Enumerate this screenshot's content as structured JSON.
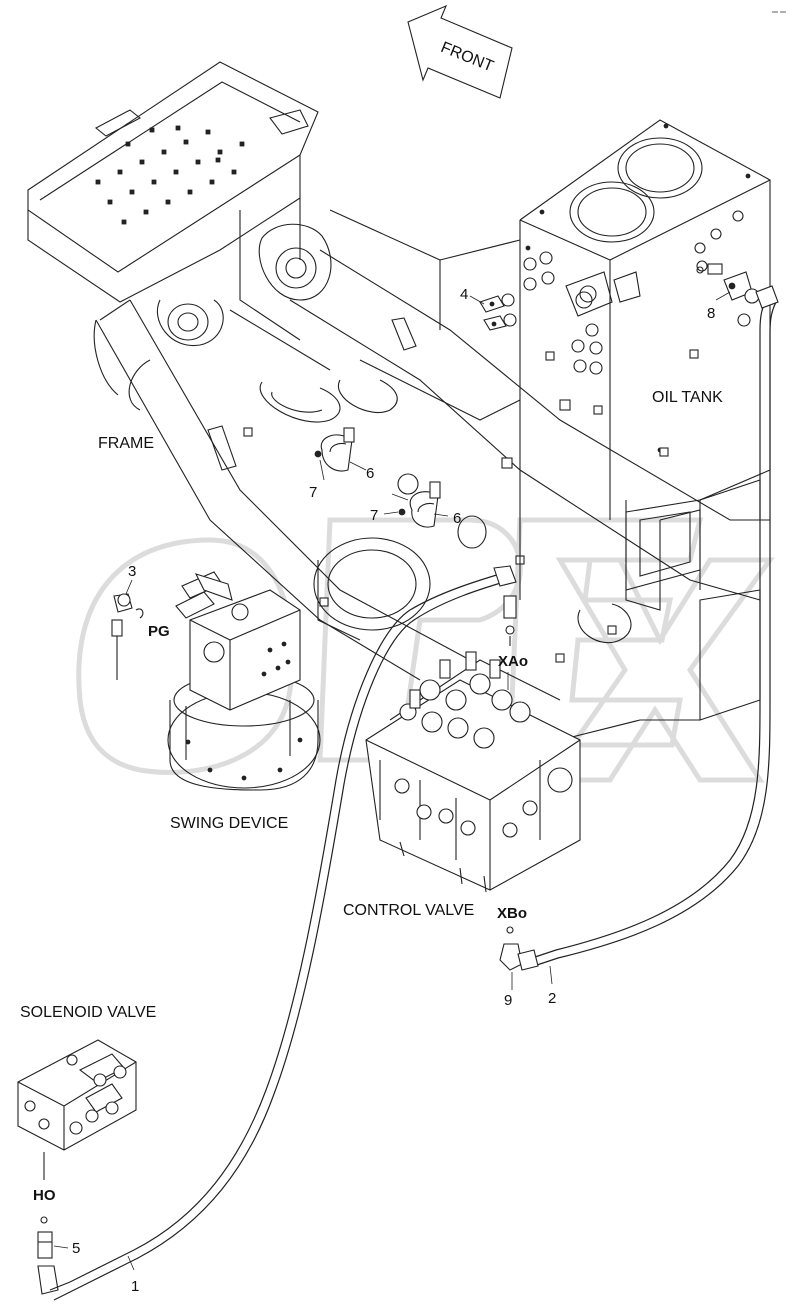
{
  "direction": {
    "label": "FRONT"
  },
  "components": {
    "frame": "FRAME",
    "oil_tank": "OIL TANK",
    "swing_device": "SWING DEVICE",
    "control_valve": "CONTROL VALVE",
    "solenoid_valve": "SOLENOID VALVE"
  },
  "ports": {
    "pg": "PG",
    "xao": "XAo",
    "xbo": "XBo",
    "ho": "HO"
  },
  "part_numbers": {
    "p1": "1",
    "p2": "2",
    "p3": "3",
    "p4": "4",
    "p5": "5",
    "p6a": "6",
    "p6b": "6",
    "p7a": "7",
    "p7b": "7",
    "p8": "8",
    "p9": "9"
  },
  "watermark": "OPEX",
  "colors": {
    "line": "#222222",
    "background": "#ffffff",
    "watermark": "#dcdcdc"
  }
}
